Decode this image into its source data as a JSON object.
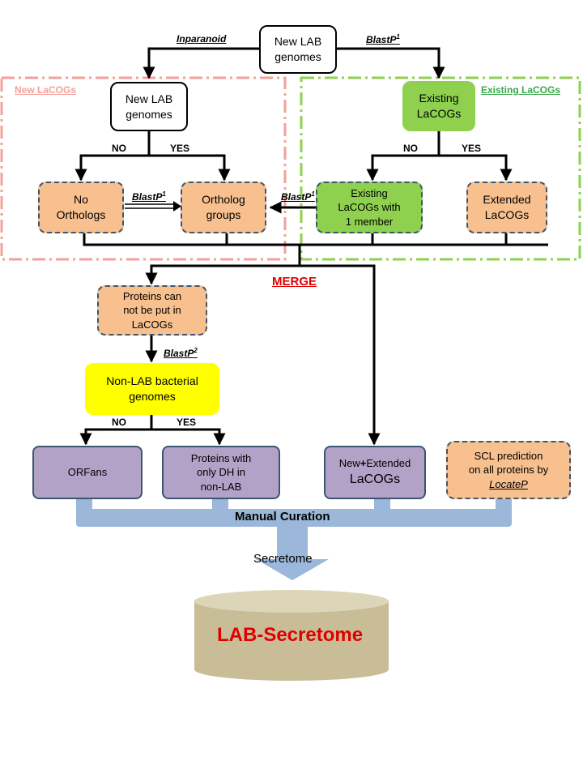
{
  "top": {
    "new_lab_genomes": "New LAB genomes"
  },
  "edges": {
    "inparanoid": "Inparanoid",
    "blastp_top": "BlastP",
    "blastp_mid_left": "BlastP",
    "blastp_mid_right": "BlastP",
    "blastp_lower": "BlastP",
    "sup1": "1",
    "sup2": "2"
  },
  "sections": {
    "new_lacogs": "New LaCOGs",
    "existing_lacogs": "Existing LaCOGs"
  },
  "left": {
    "new_lab_genomes_1": "New LAB",
    "new_lab_genomes_2": "genomes",
    "no": "NO",
    "yes": "YES",
    "no_orthologs_1": "No",
    "no_orthologs_2": "Orthologs",
    "ortholog_groups_1": "Ortholog",
    "ortholog_groups_2": "groups"
  },
  "right": {
    "existing_lacogs_1": "Existing",
    "existing_lacogs_2": "LaCOGs",
    "no": "NO",
    "yes": "YES",
    "one_member_1": "Existing",
    "one_member_2": "LaCOGs with",
    "one_member_3": "1 member",
    "extended_1": "Extended",
    "extended_2": "LaCOGs"
  },
  "merge": "MERGE",
  "middle": {
    "cannot_put_1": "Proteins can",
    "cannot_put_2": "not be put in",
    "cannot_put_3": "LaCOGs",
    "non_lab_1": "Non-LAB bacterial",
    "non_lab_2": "genomes",
    "no": "NO",
    "yes": "YES"
  },
  "bottom": {
    "orfans": "ORFans",
    "only_dh_1": "Proteins with",
    "only_dh_2": "only DH in",
    "only_dh_3": "non-LAB",
    "new_extended_1a": "New",
    "new_extended_1b": "+",
    "new_extended_1c": "Extended",
    "new_extended_2": "LaCOGs",
    "scl_1": "SCL prediction",
    "scl_2": "on all proteins by",
    "scl_3": "LocateP"
  },
  "curation": "Manual Curation",
  "secretome": "Secretome",
  "database": "LAB-Secretome",
  "colors": {
    "new_section": "#f4a09a",
    "existing_section": "#8fd14f",
    "peach": "#f9c08f",
    "green": "#8fd14f",
    "yellow": "#ffff00",
    "purple": "#b3a2c7",
    "curation_bar": "#9bb7d9",
    "database": "#c8bd97",
    "merge_red": "#e00000"
  }
}
